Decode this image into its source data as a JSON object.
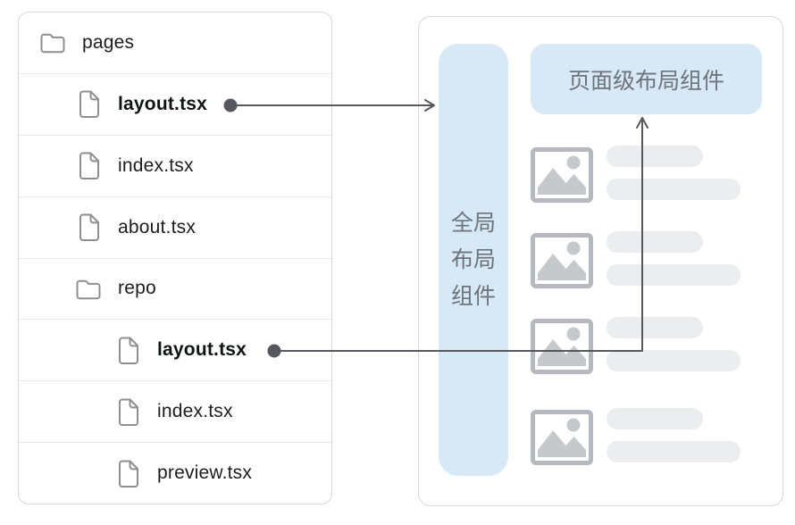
{
  "file_tree": {
    "rows": [
      {
        "name": "pages",
        "type": "folder",
        "indent": 0,
        "bold": false,
        "has_connector": false
      },
      {
        "name": "layout.tsx",
        "type": "file",
        "indent": 1,
        "bold": true,
        "has_connector": true
      },
      {
        "name": "index.tsx",
        "type": "file",
        "indent": 1,
        "bold": false,
        "has_connector": false
      },
      {
        "name": "about.tsx",
        "type": "file",
        "indent": 1,
        "bold": false,
        "has_connector": false
      },
      {
        "name": "repo",
        "type": "folder",
        "indent": 1,
        "bold": false,
        "has_connector": false
      },
      {
        "name": "layout.tsx",
        "type": "file",
        "indent": 2,
        "bold": true,
        "has_connector": true
      },
      {
        "name": "index.tsx",
        "type": "file",
        "indent": 2,
        "bold": false,
        "has_connector": false
      },
      {
        "name": "preview.tsx",
        "type": "file",
        "indent": 2,
        "bold": false,
        "has_connector": false
      }
    ]
  },
  "preview": {
    "global_layout_label": "全局布局组件",
    "global_layout_lines": [
      "全局",
      "布局",
      "组件"
    ],
    "page_layout_label": "页面级布局组件",
    "list_item_count": 4
  },
  "connections": [
    {
      "from": "pages/layout.tsx",
      "to": "global-layout-bar"
    },
    {
      "from": "pages/repo/layout.tsx",
      "to": "page-layout-box"
    }
  ],
  "colors": {
    "accent_blue": "#d7e8f7",
    "cjk_text_gray": "#6e747c",
    "panel_border": "#d7d7db",
    "row_divider": "#e8e8ea",
    "tree_text": "#1d1d1f",
    "icon_gray": "#8e8e93",
    "arrow_gray": "#56585d",
    "skeleton_gray": "#ecedef",
    "thumb_gray": "#c6c9cc",
    "thumb_border": "#b5b8bc"
  }
}
